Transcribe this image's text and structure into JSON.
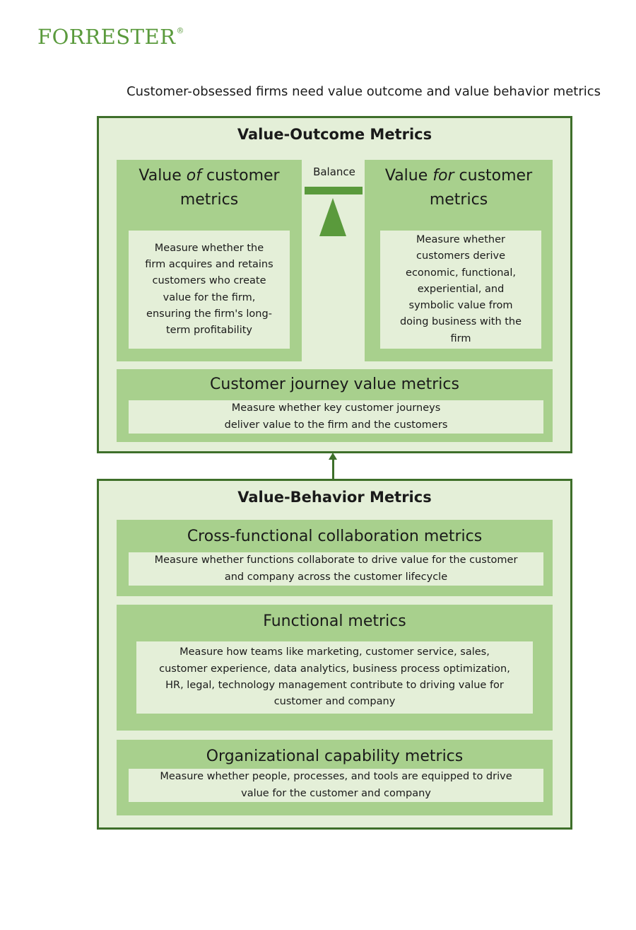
{
  "logo": {
    "text": "FORRESTER",
    "mark": "®"
  },
  "title": "Customer-obsessed firms need value outcome and value behavior metrics",
  "value_outcome": {
    "heading": "Value-Outcome Metrics",
    "value_of": {
      "title_pre": "Value ",
      "title_em": "of",
      "title_post": " customer",
      "title_line2": "metrics",
      "description_lines": [
        "Measure whether the",
        "firm acquires and retains",
        "customers who create",
        "value for the firm,",
        "ensuring the firm's long-",
        "term profitability"
      ]
    },
    "balance_label": "Balance",
    "value_for": {
      "title_pre": "Value ",
      "title_em": "for",
      "title_post": " customer",
      "title_line2": "metrics",
      "description_lines": [
        "Measure whether",
        "customers derive",
        "economic, functional,",
        "experiential, and",
        "symbolic value from",
        "doing business with the",
        "firm"
      ]
    },
    "journey": {
      "title": "Customer journey value metrics",
      "description_lines": [
        "Measure whether key customer journeys",
        "deliver value to the firm and the customers"
      ]
    }
  },
  "value_behavior": {
    "heading": "Value-Behavior Metrics",
    "cross_functional": {
      "title": "Cross-functional collaboration metrics",
      "description_lines": [
        "Measure whether functions collaborate to drive value for the customer",
        "and company across the customer lifecycle"
      ]
    },
    "functional": {
      "title": "Functional metrics",
      "description_lines": [
        "Measure how teams like marketing, customer service, sales,",
        "customer experience, data analytics, business process optimization,",
        "HR, legal, technology management contribute to driving value for",
        "customer and company"
      ]
    },
    "organizational": {
      "title": "Organizational capability metrics",
      "description_lines": [
        "Measure whether people, processes, and tools are equipped to drive",
        "value for the customer and company"
      ]
    }
  },
  "colors": {
    "border": "#3e6f2a",
    "panel": "#a8d08d",
    "light": "#e4efd8",
    "accent": "#5a9a3c"
  }
}
